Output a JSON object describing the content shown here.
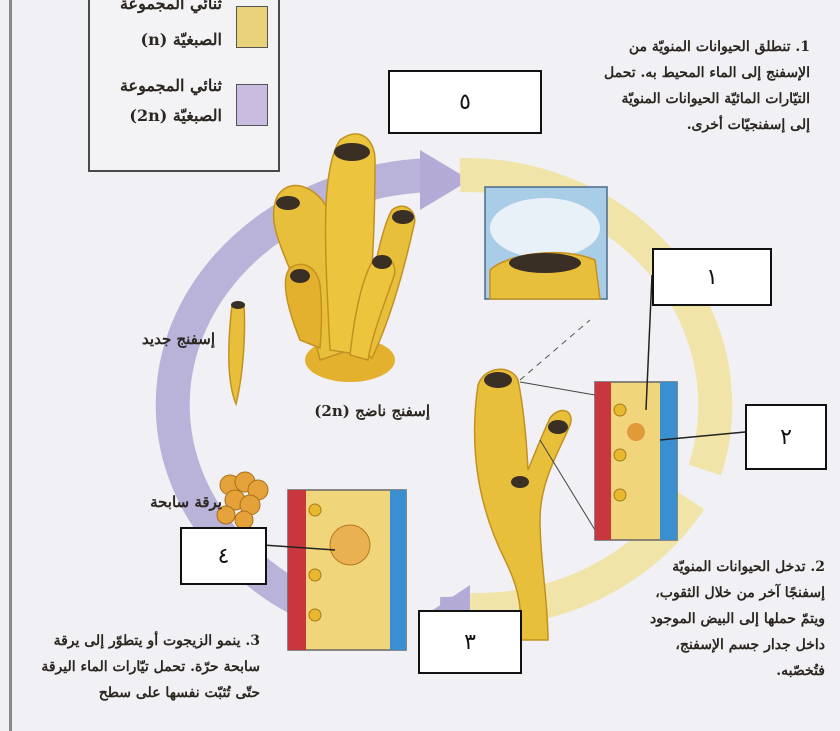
{
  "legend": {
    "haploid_top": "ثنائي المجموعة",
    "haploid_label": "الصبغيّة (n)",
    "diploid_top": "ثنائي المجموعة",
    "diploid_label": "الصبغيّة (2n)",
    "haploid_color": "#ead27a",
    "diploid_color": "#c9bce0"
  },
  "steps": {
    "step1": "1. تنطلق الحيوانات المنويّة من الإسفنج إلى الماء المحيط به. تحمل التيّارات المائيّة الحيوانات المنويّة إلى إسفنجيّات أخرى.",
    "step2": "2. تدخل الحيوانات المنويّة إسفنجًا آخر من خلال الثقوب، ويتمّ حملها إلى البيض الموجود داخل جدار جسم الإسفنج، فتُخصّبه.",
    "step3": "3. ينمو الزيجوت أو يتطوّر إلى يرقة سابحة حرّة. تحمل تيّارات الماء اليرقة حتّى تُثبّت نفسها على سطح"
  },
  "labels": {
    "new_sponge": "إسفنج جديد",
    "mature_sponge": "إسفنج ناضج (2n)",
    "swimming_larva": "يرقة سابحة"
  },
  "boxes": {
    "box1": "١",
    "box2": "٢",
    "box3": "٣",
    "box4": "٤",
    "box5": "٥"
  },
  "colors": {
    "sponge": "#e8b92f",
    "sponge_dark": "#c9921a",
    "wall_red": "#c8373e",
    "wall_blue": "#3a8fd0",
    "cycle_purple": "#a79fcc",
    "cycle_yellow": "#f0df9a"
  }
}
